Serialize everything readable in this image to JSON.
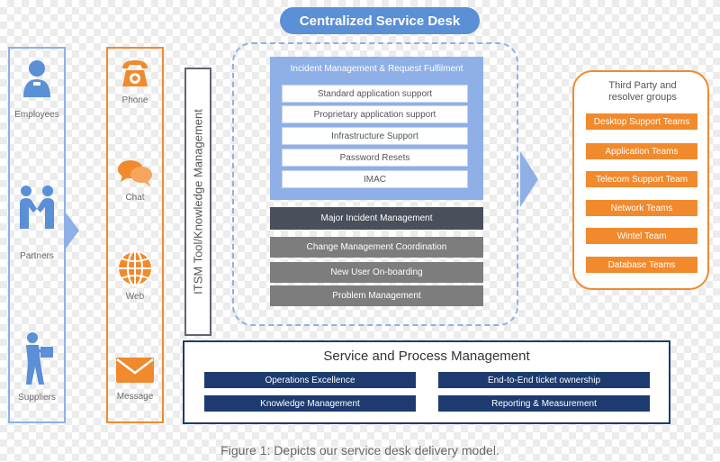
{
  "title": "Centralized Service Desk",
  "sources": {
    "items": [
      {
        "label": "Employees",
        "icon": "employee-icon"
      },
      {
        "label": "Partners",
        "icon": "handshake-icon"
      },
      {
        "label": "Suppliers",
        "icon": "delivery-person-icon"
      }
    ]
  },
  "channels": {
    "items": [
      {
        "label": "Phone",
        "icon": "phone-icon"
      },
      {
        "label": "Chat",
        "icon": "chat-icon"
      },
      {
        "label": "Web",
        "icon": "globe-icon"
      },
      {
        "label": "Message",
        "icon": "envelope-icon"
      }
    ]
  },
  "itsm": {
    "label": "ITSM Tool/Knowledge Management"
  },
  "desk": {
    "incident_title": "Incident Management & Request Fulfilment",
    "incident_items": [
      "Standard application support",
      "Proprietary application support",
      "Infrastructure Support",
      "Password Resets",
      "IMAC"
    ],
    "major": "Major Incident Management",
    "process_items": [
      "Change Management Coordination",
      "New User On-boarding",
      "Problem Management"
    ]
  },
  "third_party": {
    "title": "Third Party and resolver groups",
    "items": [
      "Desktop Support Teams",
      "Application Teams",
      "Telecom Support Team",
      "Network Teams",
      "Wintel Team",
      "Database Teams"
    ]
  },
  "service_process": {
    "title": "Service and Process Management",
    "items": [
      "Operations Excellence",
      "End-to-End ticket ownership",
      "Knowledge Management",
      "Reporting & Measurement"
    ]
  },
  "caption": "Figure 1: Depicts our service desk delivery model.",
  "colors": {
    "blue": "#5b8fd6",
    "light_blue": "#8fb0e6",
    "orange": "#f08a2d",
    "navy": "#1d3b6f",
    "dark_gray": "#4a4f5c",
    "gray": "#7d7d7d"
  }
}
